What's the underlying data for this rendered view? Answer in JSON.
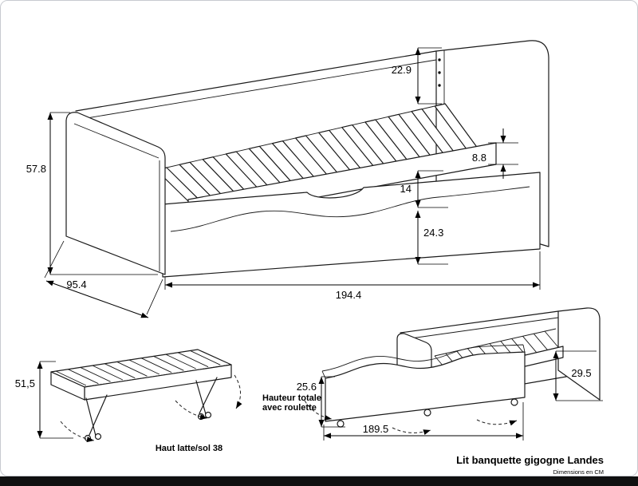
{
  "page": {
    "title": "Lit banquette gigogne Landes",
    "units_note": "Dimensions en CM"
  },
  "main_view": {
    "backrest_height": "22.9",
    "total_height": "57.8",
    "slat_rail_height": "8.8",
    "slat_clearance": "14",
    "trundle_front_height": "24.3",
    "depth": "95.4",
    "length": "194.4"
  },
  "raised_trundle_view": {
    "total_height": "51,5",
    "note": "Haut latte/sol 38"
  },
  "open_trundle_view": {
    "base_height": "29.5",
    "trundle_total_height": "25.6",
    "note_line1": "Hauteur totale",
    "note_line2": "avec roulette",
    "trundle_length": "189.5"
  }
}
